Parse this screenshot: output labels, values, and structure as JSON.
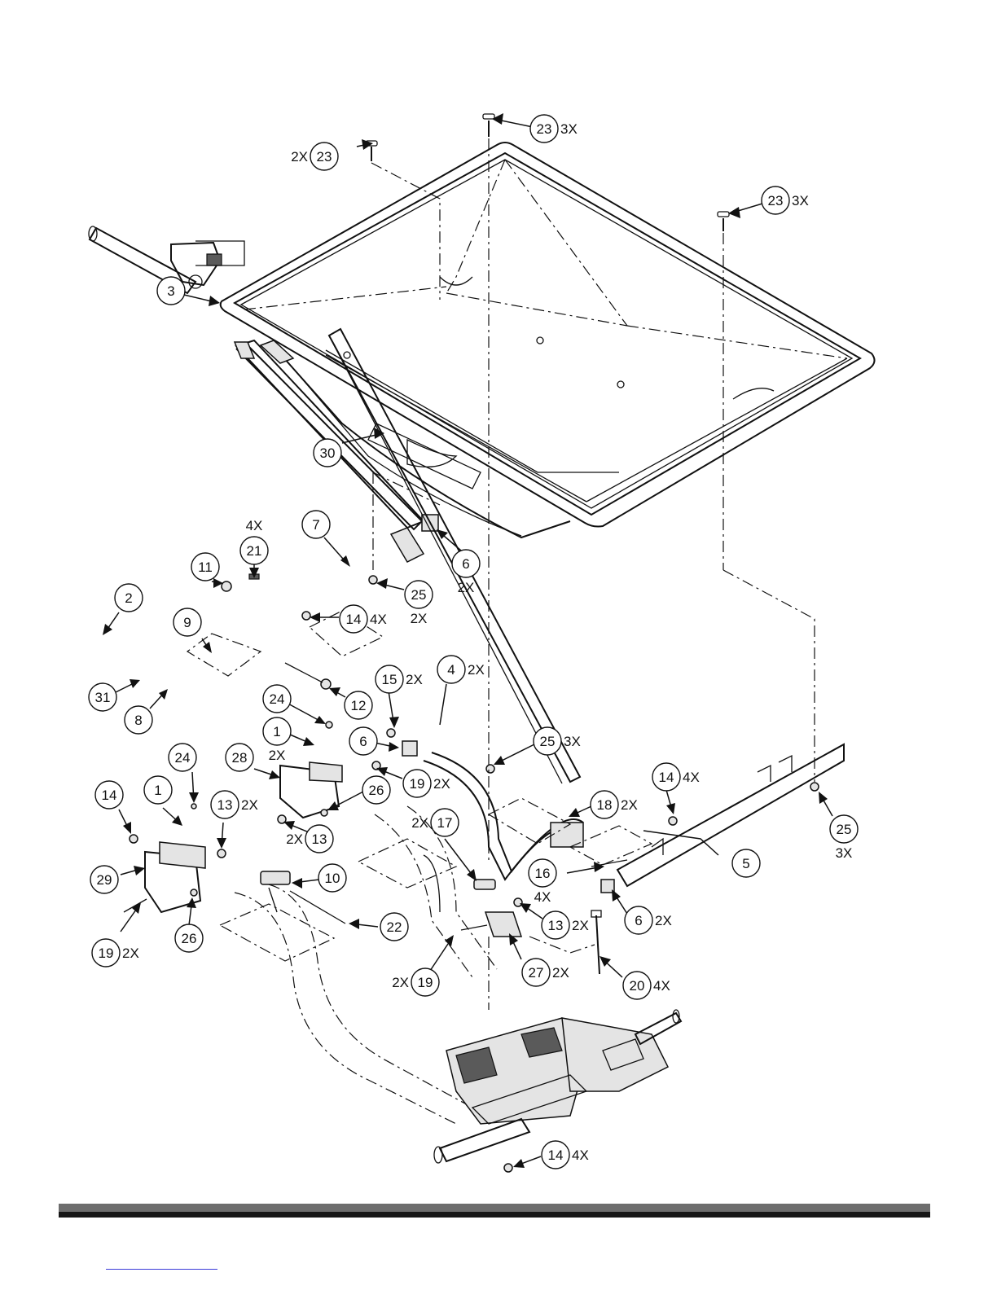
{
  "diagram": {
    "callouts": [
      {
        "id": "c23a",
        "num": "23",
        "qty_before": "2X",
        "qty_after": ""
      },
      {
        "id": "c23b",
        "num": "23",
        "qty_before": "",
        "qty_after": "3X"
      },
      {
        "id": "c23c",
        "num": "23",
        "qty_before": "",
        "qty_after": "3X"
      },
      {
        "id": "c3",
        "num": "3",
        "qty_before": "",
        "qty_after": ""
      },
      {
        "id": "c30",
        "num": "30",
        "qty_before": "",
        "qty_after": ""
      },
      {
        "id": "c7",
        "num": "7",
        "qty_before": "",
        "qty_after": ""
      },
      {
        "id": "c21",
        "num": "21",
        "qty_before": "",
        "qty_after": "",
        "qty_above": "4X"
      },
      {
        "id": "c11",
        "num": "11",
        "qty_before": "",
        "qty_after": ""
      },
      {
        "id": "c6a",
        "num": "6",
        "qty_before": "",
        "qty_after": "",
        "qty_below": "2X"
      },
      {
        "id": "c25a",
        "num": "25",
        "qty_before": "",
        "qty_after": "",
        "qty_below": "2X"
      },
      {
        "id": "c14a",
        "num": "14",
        "qty_before": "",
        "qty_after": "4X"
      },
      {
        "id": "c2",
        "num": "2",
        "qty_before": "",
        "qty_after": ""
      },
      {
        "id": "c9",
        "num": "9",
        "qty_before": "",
        "qty_after": ""
      },
      {
        "id": "c15",
        "num": "15",
        "qty_before": "",
        "qty_after": "2X"
      },
      {
        "id": "c4",
        "num": "4",
        "qty_before": "",
        "qty_after": "2X"
      },
      {
        "id": "c31",
        "num": "31",
        "qty_before": "",
        "qty_after": ""
      },
      {
        "id": "c8",
        "num": "8",
        "qty_before": "",
        "qty_after": ""
      },
      {
        "id": "c12",
        "num": "12",
        "qty_before": "",
        "qty_after": ""
      },
      {
        "id": "c24a",
        "num": "24",
        "qty_before": "",
        "qty_after": ""
      },
      {
        "id": "c1a",
        "num": "1",
        "qty_before": "",
        "qty_after": "",
        "qty_below": "2X"
      },
      {
        "id": "c6b",
        "num": "6",
        "qty_before": "",
        "qty_after": ""
      },
      {
        "id": "c25b",
        "num": "25",
        "qty_before": "",
        "qty_after": "3X"
      },
      {
        "id": "c28",
        "num": "28",
        "qty_before": "",
        "qty_after": ""
      },
      {
        "id": "c19a",
        "num": "19",
        "qty_before": "",
        "qty_after": "2X"
      },
      {
        "id": "c26a",
        "num": "26",
        "qty_before": "",
        "qty_after": ""
      },
      {
        "id": "c13a",
        "num": "13",
        "qty_before": "2X",
        "qty_after": ""
      },
      {
        "id": "c24b",
        "num": "24",
        "qty_before": "",
        "qty_after": ""
      },
      {
        "id": "c14b",
        "num": "14",
        "qty_before": "",
        "qty_after": ""
      },
      {
        "id": "c1b",
        "num": "1",
        "qty_before": "",
        "qty_after": ""
      },
      {
        "id": "c13b",
        "num": "13",
        "qty_before": "",
        "qty_after": "2X"
      },
      {
        "id": "c14c",
        "num": "14",
        "qty_before": "",
        "qty_after": "4X"
      },
      {
        "id": "c18",
        "num": "18",
        "qty_before": "",
        "qty_after": "2X"
      },
      {
        "id": "c17",
        "num": "17",
        "qty_before": "2X",
        "qty_after": ""
      },
      {
        "id": "c25c",
        "num": "25",
        "qty_before": "",
        "qty_after": "",
        "qty_below": "3X"
      },
      {
        "id": "c29",
        "num": "29",
        "qty_before": "",
        "qty_after": ""
      },
      {
        "id": "c10",
        "num": "10",
        "qty_before": "",
        "qty_after": ""
      },
      {
        "id": "c16",
        "num": "16",
        "qty_before": "",
        "qty_after": "",
        "qty_below": "4X"
      },
      {
        "id": "c5",
        "num": "5",
        "qty_before": "",
        "qty_after": ""
      },
      {
        "id": "c6c",
        "num": "6",
        "qty_before": "",
        "qty_after": "2X"
      },
      {
        "id": "c22",
        "num": "22",
        "qty_before": "",
        "qty_after": ""
      },
      {
        "id": "c13c",
        "num": "13",
        "qty_before": "",
        "qty_after": "2X"
      },
      {
        "id": "c19b",
        "num": "19",
        "qty_before": "",
        "qty_after": "2X"
      },
      {
        "id": "c26b",
        "num": "26",
        "qty_before": "",
        "qty_after": ""
      },
      {
        "id": "c27",
        "num": "27",
        "qty_before": "",
        "qty_after": "2X"
      },
      {
        "id": "c19c",
        "num": "19",
        "qty_before": "2X",
        "qty_after": ""
      },
      {
        "id": "c20",
        "num": "20",
        "qty_before": "",
        "qty_after": "4X"
      },
      {
        "id": "c14d",
        "num": "14",
        "qty_before": "",
        "qty_after": "4X"
      }
    ]
  }
}
